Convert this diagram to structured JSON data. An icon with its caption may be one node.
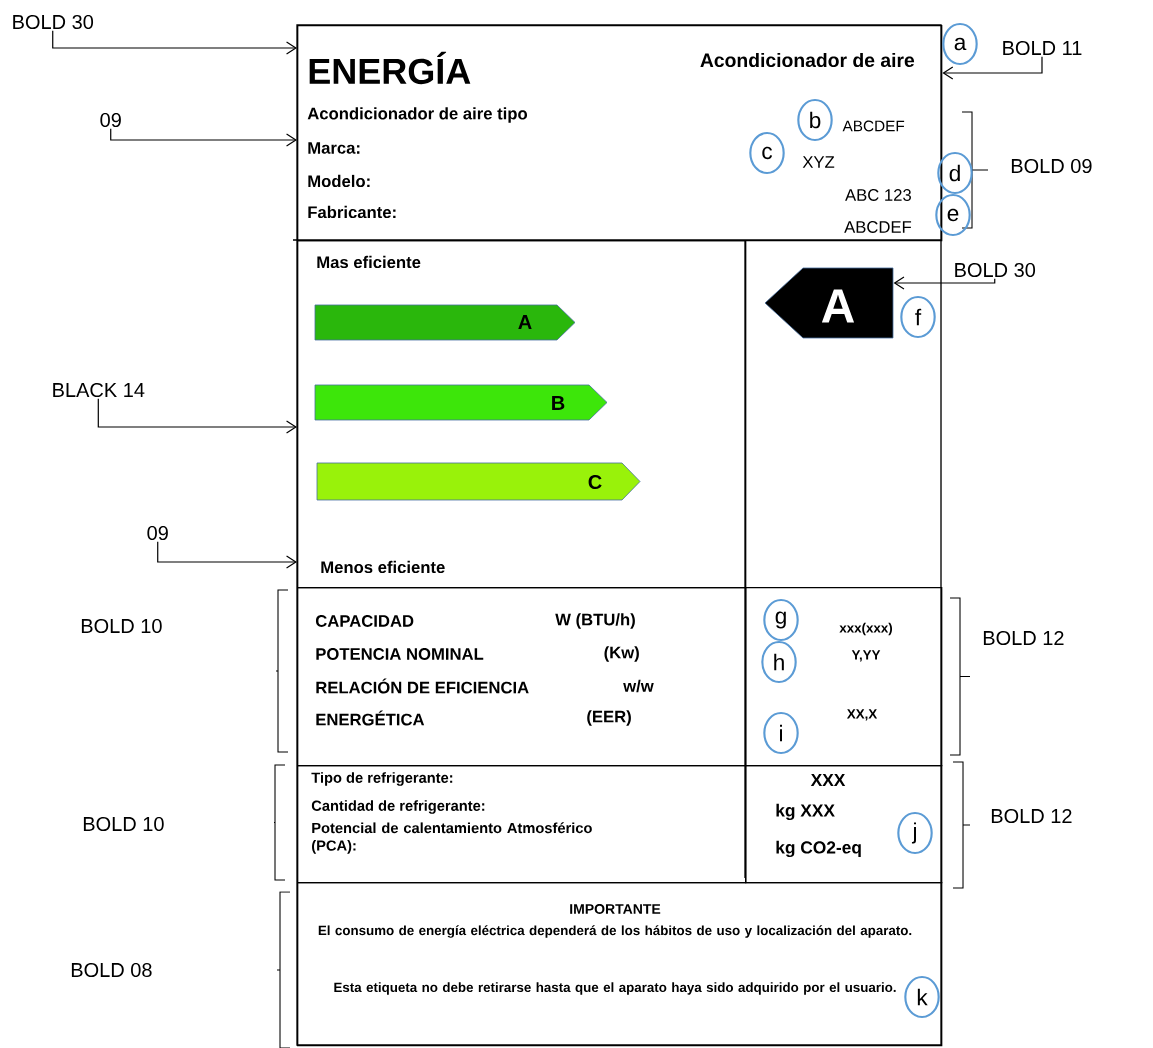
{
  "diagram": {
    "nodes": [
      {
        "text": [
          "ENERGÍA",
          "Acondicionador de aire",
          "Acondicionador de aire tipo",
          "Marca:",
          "Modelo:",
          "Fabricante:",
          "ABCDEF",
          "XYZ",
          "ABC 123",
          "ABCDEF"
        ]
      },
      {
        "text": [
          "Mas eficiente",
          "Menos eficiente"
        ]
      },
      {
        "text": [
          "A"
        ],
        "in": 1
      },
      {
        "text": [
          "B"
        ],
        "in": 1
      },
      {
        "text": [
          "C"
        ],
        "in": 1
      },
      {
        "text": [
          "A"
        ]
      },
      {
        "text": [
          "CAPACIDAD",
          "W (BTU/h)",
          "POTENCIA NOMINAL",
          "(Kw)",
          "RELACIÓN DE EFICIENCIA",
          "w/w",
          "ENERGÉTICA",
          "(EER)"
        ]
      },
      {
        "text": [
          "xxx(xxx)",
          "Y,YY",
          "XX,X"
        ]
      },
      {
        "text": [
          "Tipo de refrigerante:",
          "Cantidad de refrigerante:",
          "Potencial de calentamiento Atmosférico (PCA):"
        ]
      },
      {
        "text": [
          "XXX",
          "kg XXX",
          "kg CO2-eq"
        ]
      },
      {
        "text": [
          "IMPORTANTE",
          "El consumo de energía eléctrica dependerá de los hábitos de uso y localización del aparato.",
          "Esta etiqueta no debe retirarse hasta que el aparato haya sido adquirido por el usuario."
        ]
      },
      {
        "text": [
          "BOLD 30"
        ]
      },
      {
        "text": [
          "09"
        ]
      },
      {
        "text": [
          "BOLD 11"
        ]
      },
      {
        "text": [
          "BOLD 30"
        ]
      },
      {
        "text": [
          "BLACK 14"
        ]
      },
      {
        "text": [
          "09"
        ]
      }
    ],
    "edges": [
      {
        "from": 11,
        "to": 0,
        "arrow": "to"
      },
      {
        "from": 12,
        "to": 0,
        "arrow": "to"
      },
      {
        "from": 13,
        "to": 0,
        "arrow": "to"
      },
      {
        "from": 14,
        "to": 5,
        "arrow": "to"
      },
      {
        "from": 15,
        "to": 1,
        "arrow": "to"
      },
      {
        "from": 16,
        "to": 1,
        "arrow": "to"
      }
    ],
    "labels": [
      "a",
      "b",
      "c",
      "d",
      "BOLD 09",
      "e",
      "f",
      "BOLD 10",
      "g",
      "BOLD 12",
      "h",
      "i",
      "BOLD 10",
      "j",
      "BOLD 12",
      "BOLD 08",
      "k"
    ]
  }
}
